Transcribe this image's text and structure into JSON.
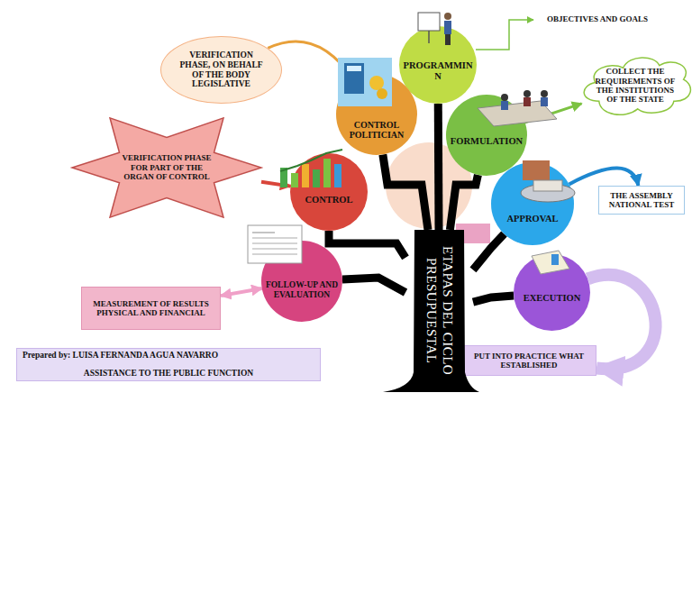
{
  "diagram": {
    "nodes": [
      {
        "text": [
          "VERIFICATION PHASE, ON BEHALF OF THE BODY LEGISLATIVE"
        ]
      },
      {
        "text": [
          "PROGRAMMIN N"
        ]
      },
      {
        "text": [
          "COLLECT THE REQUIREMENTS OF THE INSTITUTIONS OF THE STATE"
        ]
      },
      {
        "text": [
          "CONTROL POLITICIAN"
        ]
      },
      {
        "text": [
          "FORMULATION"
        ]
      },
      {
        "text": [
          "VERIFICATION PHASE FOR PART OF THE ORGAN OF CONTROL"
        ]
      },
      {
        "text": [
          "CONTROL"
        ]
      },
      {
        "text": [
          "APPROVAL"
        ]
      },
      {
        "text": [
          "THE ASSEMBLY NATIONAL TEST"
        ]
      },
      {
        "text": [
          "FOLLOW-UP AND EVALUATION"
        ]
      },
      {
        "text": [
          "EXECUTION"
        ]
      },
      {
        "text": [
          "MEASUREMENT OF RESULTS PHYSICAL AND FINANCIAL"
        ]
      },
      {
        "text": [
          "PUT INTO PRACTICE WHAT ESTABLISHED"
        ]
      },
      {
        "text": [
          "ETAPAS DEL CICLO PRESUPUESTAL"
        ]
      },
      {
        "text": [
          "Prepared by: LUISA FERNANDA AGUA NAVARRO",
          "ASSISTANCE TO THE PUBLIC FUNCTION"
        ]
      }
    ],
    "edges": [
      {
        "from": 0,
        "to": 3,
        "arrow": "to"
      },
      {
        "from": 4,
        "to": 2,
        "arrow": "to"
      },
      {
        "from": 5,
        "to": 6,
        "arrow": "to"
      },
      {
        "from": 7,
        "to": 8,
        "arrow": "to"
      },
      {
        "from": 11,
        "to": 9,
        "arrow": "both"
      },
      {
        "from": 10,
        "to": 12,
        "arrow": "to"
      },
      {
        "from": 13,
        "to": 1,
        "arrow": "none"
      },
      {
        "from": 13,
        "to": 3,
        "arrow": "none"
      },
      {
        "from": 13,
        "to": 4,
        "arrow": "none"
      },
      {
        "from": 13,
        "to": 6,
        "arrow": "none"
      },
      {
        "from": 13,
        "to": 7,
        "arrow": "none"
      },
      {
        "from": 13,
        "to": 9,
        "arrow": "none"
      },
      {
        "from": 13,
        "to": 10,
        "arrow": "none"
      }
    ],
    "labels": [
      "OBJECTIVES AND GOALS"
    ]
  }
}
